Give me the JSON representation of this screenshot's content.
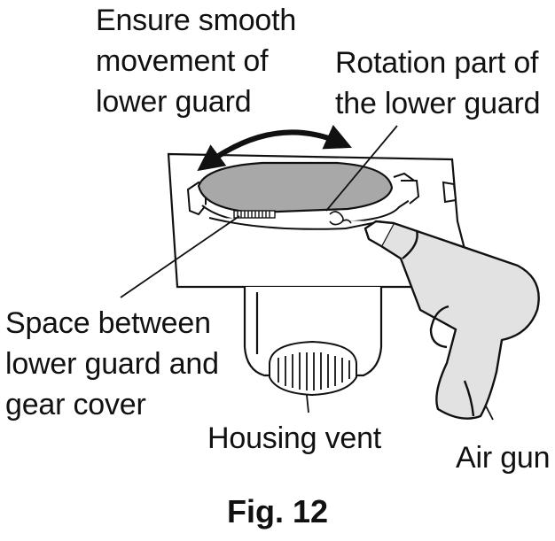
{
  "labels": {
    "smooth_movement": "Ensure smooth\nmovement of\nlower guard",
    "rotation_part": "Rotation part of\nthe lower guard",
    "space_between": "Space between\nlower guard and\ngear cover",
    "housing_vent": "Housing vent",
    "air_gun": "Air gun"
  },
  "caption": "Fig. 12",
  "colors": {
    "line": "#111111",
    "guard_fill": "#a8a8a8",
    "gun_fill": "#e2e2e2",
    "background": "#ffffff"
  }
}
